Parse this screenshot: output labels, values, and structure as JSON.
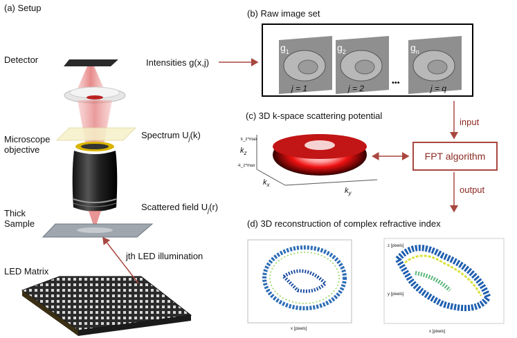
{
  "setup": {
    "title": "(a) Setup",
    "detector": "Detector",
    "objective": "Microscope\nobjective",
    "sample": "Thick\nSample",
    "led": "LED Matrix",
    "intensities": "Intensities g(x,j)",
    "spectrum": "Spectrum U",
    "spectrum_sub": "j",
    "spectrum_arg": "(k)",
    "scattered": "Scattered field U",
    "scattered_sub": "j",
    "scattered_arg": "(r)",
    "illumination": "jth LED illumination"
  },
  "raw": {
    "title": "(b) Raw image set",
    "frames": [
      {
        "g": "g",
        "sub": "1",
        "label": "j = 1"
      },
      {
        "g": "g",
        "sub": "2",
        "label": "j = 2"
      },
      {
        "g": "g",
        "sub": "n",
        "label": "j = q"
      }
    ],
    "ellipsis": "•••"
  },
  "kspace": {
    "title": "(c) 3D k-space scattering potential",
    "kz": "k",
    "kz_sub": "z",
    "kx": "k",
    "kx_sub": "x",
    "ky": "k",
    "ky_sub": "y",
    "tick_top": "k_z^max",
    "tick_bottom": "-k_z^max"
  },
  "fpt": {
    "label": "FPT algorithm",
    "input": "input",
    "output": "output"
  },
  "recon": {
    "title": "(d) 3D reconstruction of complex refractive index",
    "left_xlabel": "x [pixels]",
    "right_xlabel": "x [pixels]",
    "right_ylabel": "y [pixels]",
    "right_zlabel": "z [pixels]"
  },
  "colors": {
    "arrow": "#a8473f",
    "fpt_text": "#8b2a22"
  }
}
